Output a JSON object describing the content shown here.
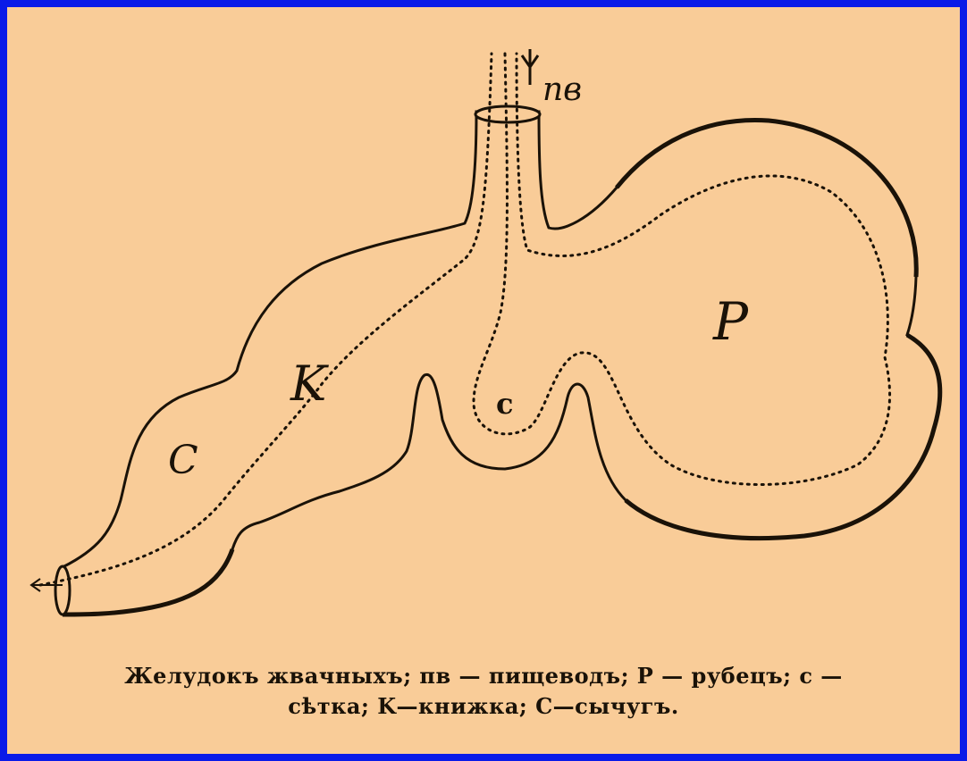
{
  "labels": {
    "esophagus": "пв",
    "rumen": "P",
    "reticulum": "c",
    "omasum": "K",
    "abomasum": "C"
  },
  "caption": {
    "line1": "Желудокъ жвачныхъ;  пв — пищеводъ; P — рубецъ; с —",
    "line2": "сѣтка; K—книжка; C—сычугъ."
  },
  "colors": {
    "border": "#0a1be8",
    "paper": "#f9cc98",
    "ink": "#1a1208"
  }
}
